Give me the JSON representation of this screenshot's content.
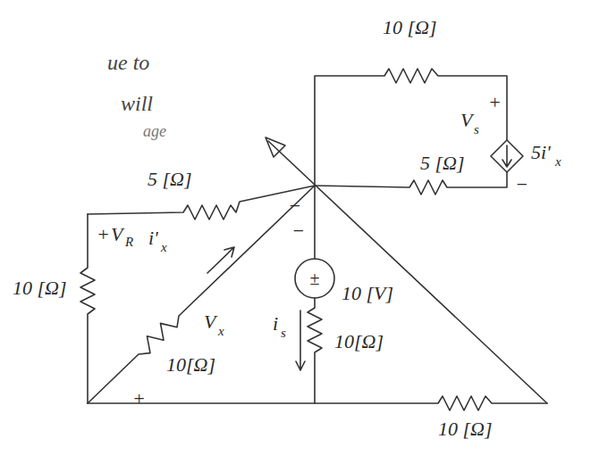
{
  "diagram": {
    "labels": [
      "ue to",
      "will",
      "age",
      "10 [Ω]",
      "+",
      "V",
      "s",
      "−",
      "5i'",
      "x",
      "5 [Ω]",
      "5 [Ω]",
      "+",
      "V",
      "R",
      "i'",
      "x",
      "−",
      "−",
      "V",
      "x",
      "+",
      "10[Ω]",
      "10 [Ω]",
      "±",
      "10 [V]",
      "i",
      "s",
      "10[Ω]",
      "10 [Ω]"
    ]
  }
}
